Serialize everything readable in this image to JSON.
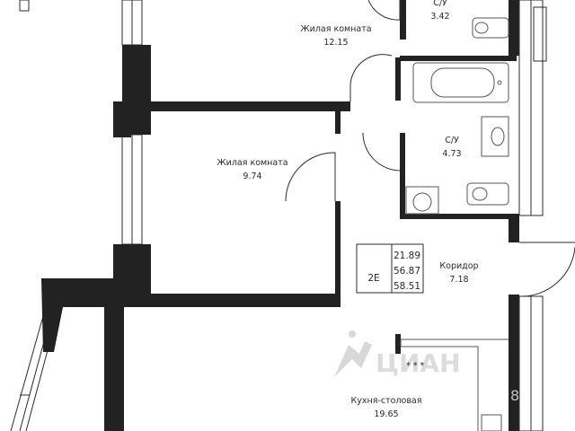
{
  "rooms": [
    {
      "name": "С/У",
      "area": "3.42"
    },
    {
      "name": "Жилая комната",
      "area": "12.15"
    },
    {
      "name": "С/У",
      "area": "4.73"
    },
    {
      "name": "Жилая комната",
      "area": "9.74"
    },
    {
      "name": "Коридор",
      "area": "7.18"
    },
    {
      "name": "Кухня-столовая",
      "area": "19.65"
    }
  ],
  "summary": {
    "type": "2Е",
    "living_area": "21.89",
    "total_area": "56.87",
    "total_area_with_balcony": "58.51"
  },
  "stove_marks": "* * *",
  "watermark": "ЦИАН",
  "corner_digit": "8",
  "colors": {
    "wall": "#222222",
    "line": "#2b2b2b",
    "watermark": "#cfcfcf"
  }
}
